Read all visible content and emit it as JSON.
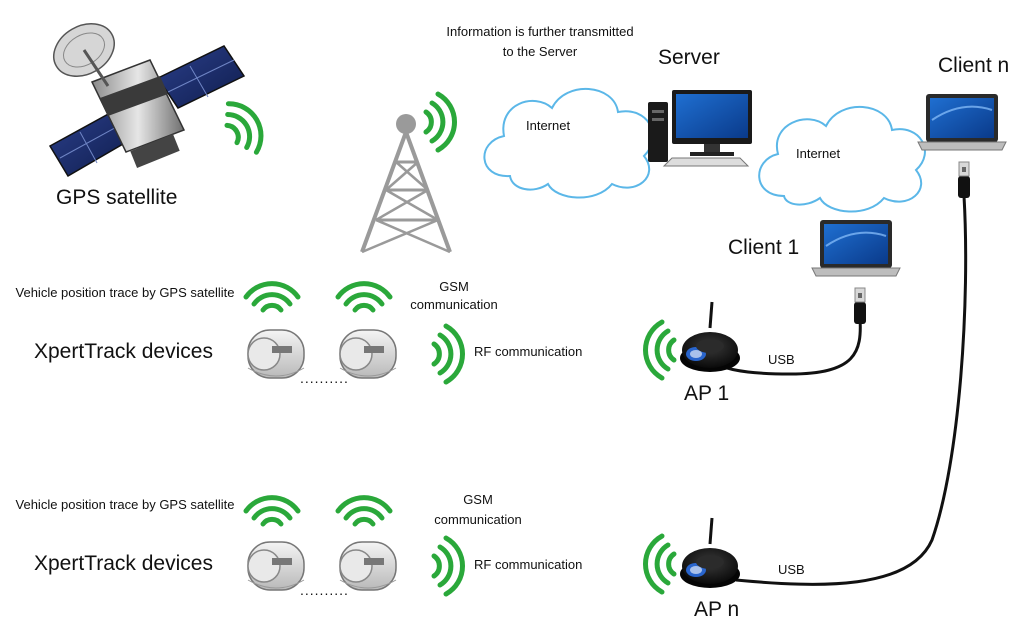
{
  "labels": {
    "gps_satellite": "GPS satellite",
    "info_transmitted": "Information is further transmitted to the Server",
    "server": "Server",
    "client_n": "Client n",
    "client_1": "Client 1",
    "internet_1": "Internet",
    "internet_2": "Internet",
    "group1": {
      "vehicle_trace": "Vehicle position trace by GPS satellite",
      "gsm": "GSM communication",
      "devices": "XpertTrack devices",
      "rf": "RF communication",
      "dots": "..........",
      "usb": "USB",
      "ap": "AP 1"
    },
    "group2": {
      "vehicle_trace": "Vehicle position trace by GPS satellite",
      "gsm": "GSM communication",
      "devices": "XpertTrack devices",
      "rf": "RF communication",
      "dots": "..........",
      "usb": "USB",
      "ap": "AP n"
    }
  },
  "colors": {
    "signal": "#2aa83a",
    "cloud_stroke": "#5bb7e8",
    "usb_cable": "#111111"
  },
  "icons": [
    "gps-satellite-icon",
    "cell-tower-icon",
    "cloud-icon",
    "server-icon",
    "laptop-icon",
    "tracker-device-icon",
    "access-point-icon",
    "usb-plug-icon",
    "wireless-signal-icon"
  ]
}
